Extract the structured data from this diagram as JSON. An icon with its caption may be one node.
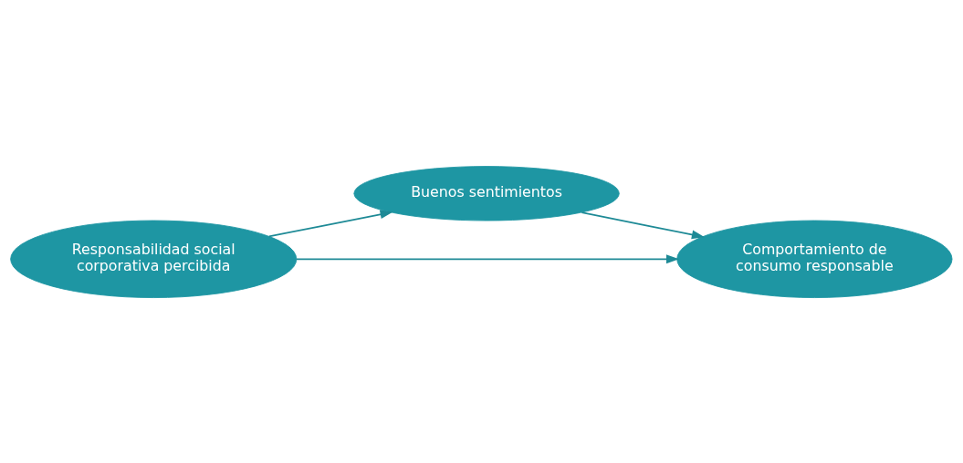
{
  "diagram": {
    "nodes": [
      {
        "text": [
          "Buenos sentimientos"
        ]
      },
      {
        "text": [
          "Responsabilidad social corporativa percibida"
        ]
      },
      {
        "text": [
          "Comportamiento de consumo responsable"
        ]
      }
    ],
    "edges": [
      {
        "from": 1,
        "to": 0,
        "arrow": "to"
      },
      {
        "from": 0,
        "to": 2,
        "arrow": "to"
      },
      {
        "from": 1,
        "to": 2,
        "arrow": "to"
      }
    ]
  }
}
